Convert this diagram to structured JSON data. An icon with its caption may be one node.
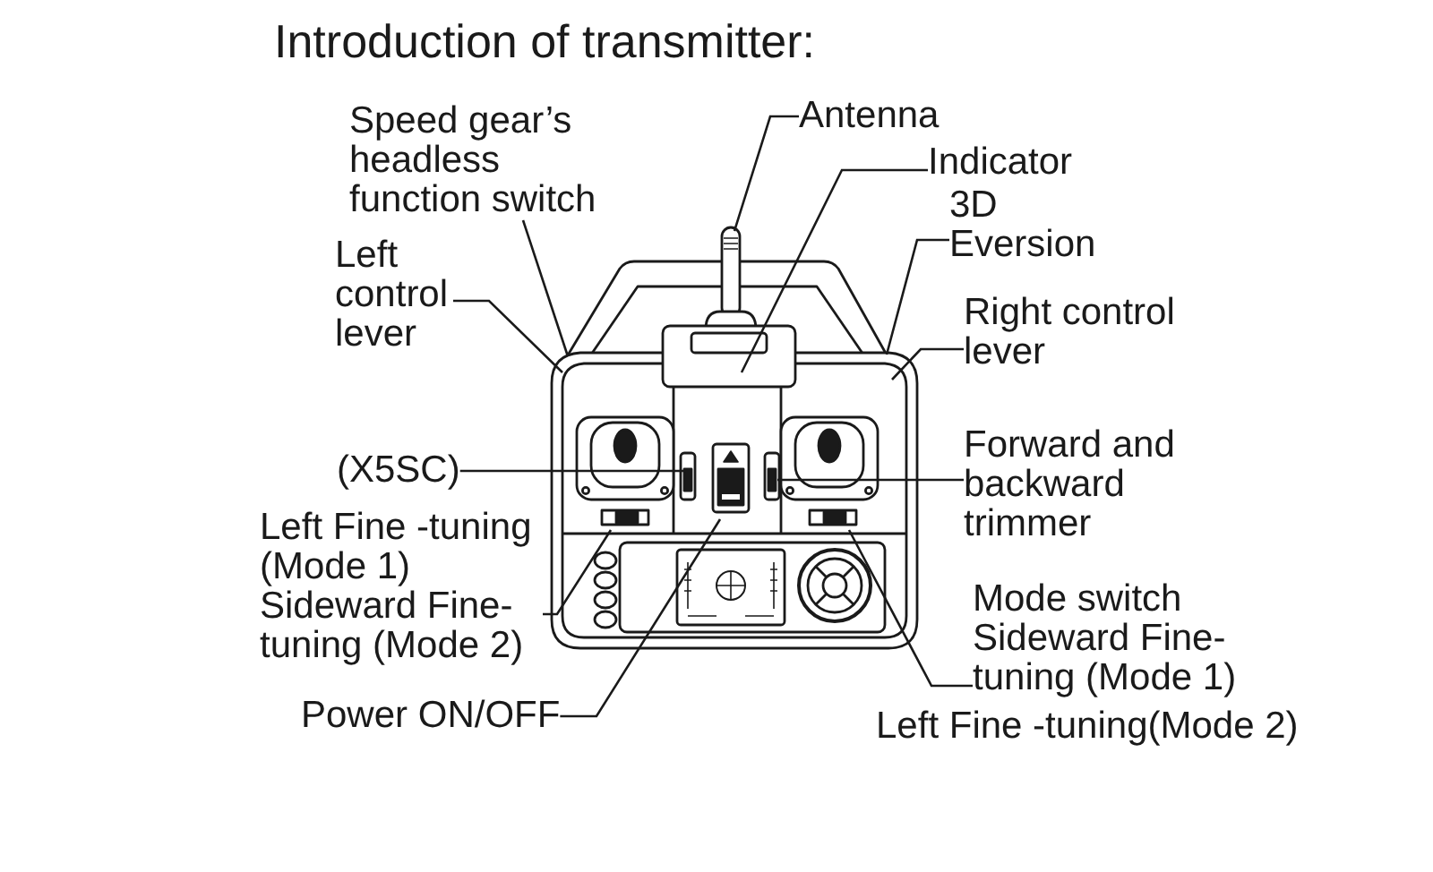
{
  "diagram": {
    "title": "Introduction of transmitter:",
    "nodes": [
      {
        "text": [
          "Speed gear’s headless function switch"
        ]
      },
      {
        "text": [
          "Antenna"
        ]
      },
      {
        "text": [
          "Indicator"
        ]
      },
      {
        "text": [
          "3D Eversion"
        ]
      },
      {
        "text": [
          "Left control lever"
        ]
      },
      {
        "text": [
          "Right control lever"
        ]
      },
      {
        "text": [
          "(X5SC)"
        ]
      },
      {
        "text": [
          "Forward and backward trimmer"
        ]
      },
      {
        "text": [
          "Left Fine -tuning (Mode 1)",
          "Sideward Fine- tuning (Mode 2)"
        ]
      },
      {
        "text": [
          "Power ON/OFF"
        ]
      },
      {
        "text": [
          "Sideward Fine- tuning (Mode 1)"
        ],
        "beside": [
          "Left Fine -tuning(Mode 2)"
        ]
      }
    ],
    "edges": [
      {
        "from": 0,
        "to": null,
        "arrow": "none"
      },
      {
        "from": 1,
        "to": null,
        "arrow": "none"
      },
      {
        "from": 2,
        "to": null,
        "arrow": "none"
      },
      {
        "from": 3,
        "to": null,
        "arrow": "none"
      },
      {
        "from": 4,
        "to": null,
        "arrow": "none"
      },
      {
        "from": 5,
        "to": null,
        "arrow": "none"
      },
      {
        "from": 6,
        "to": null,
        "arrow": "none"
      },
      {
        "from": 7,
        "to": null,
        "arrow": "none"
      },
      {
        "from": 8,
        "to": null,
        "arrow": "none"
      },
      {
        "from": 9,
        "to": null,
        "arrow": "none"
      },
      {
        "from": 10,
        "to": null,
        "arrow": "none"
      }
    ],
    "labels": [
      "Mode switch"
    ]
  }
}
